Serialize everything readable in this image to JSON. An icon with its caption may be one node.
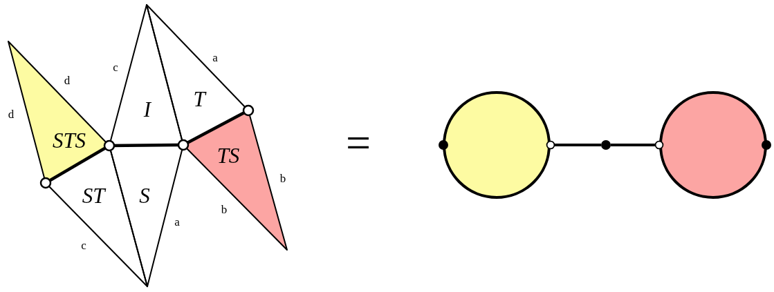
{
  "diagram": {
    "nodes": [
      {
        "text": [
          "STS"
        ]
      },
      {
        "text": [
          "I"
        ]
      },
      {
        "text": [
          "T"
        ]
      },
      {
        "text": [
          "TS"
        ]
      },
      {
        "text": [
          "ST"
        ]
      },
      {
        "text": [
          "S"
        ]
      },
      {
        "text": [],
        "shape": "circle"
      },
      {
        "text": [],
        "shape": "circle"
      },
      {
        "text": [],
        "shape": "circle"
      }
    ],
    "edges": [
      {
        "from": 7,
        "to": 6,
        "arrow": "other"
      },
      {
        "from": 7,
        "to": 8,
        "arrow": "other"
      }
    ],
    "labels": [
      "a",
      "c",
      "d",
      "d",
      "=",
      "b",
      "b",
      "a",
      "c"
    ]
  }
}
